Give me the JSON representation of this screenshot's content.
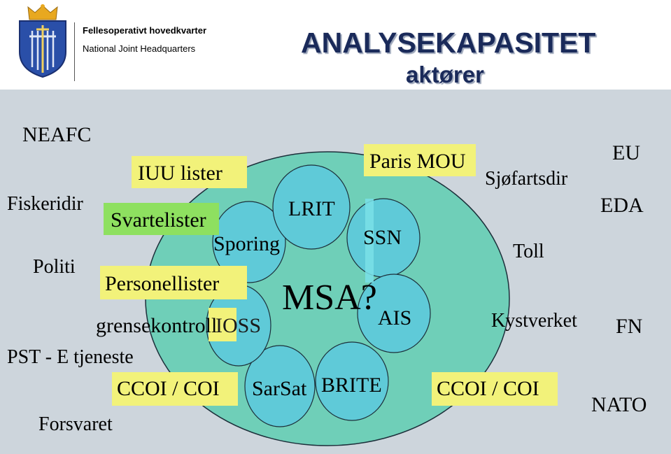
{
  "header": {
    "org_name": "Fellesoperativt hovedkvarter",
    "org_name_en": "National Joint Headquarters",
    "title": "ANALYSEKAPASITET",
    "subtitle": "aktører"
  },
  "colors": {
    "panel_bg": "#cdd5dc",
    "big_circle": "#6fcfb8",
    "small_circle": "#5fcad8",
    "highlight_yellow": "#f2f27a",
    "highlight_green": "#8ee060",
    "title_color": "#1a2a5a"
  },
  "diagram": {
    "center_label": "MSA?",
    "inner_circles": [
      "Sporing",
      "LRIT",
      "SSN",
      "AIS",
      "BRITE",
      "SarSat",
      "IOSS"
    ],
    "boxed_labels": [
      "IUU  lister",
      "Svartelister",
      "Personellister",
      "grensekontroll",
      "CCOI  /  COI",
      "Paris  MOU",
      "CCOI  /  COI"
    ],
    "left_actors": [
      "NEAFC",
      "Fiskeridir",
      "Politi",
      "PST  - E  tjeneste",
      "Forsvaret"
    ],
    "right_actors": [
      "Sjøfartsdir",
      "Toll",
      "Kystverket",
      "EU",
      "EDA",
      "FN",
      "NATO"
    ]
  }
}
